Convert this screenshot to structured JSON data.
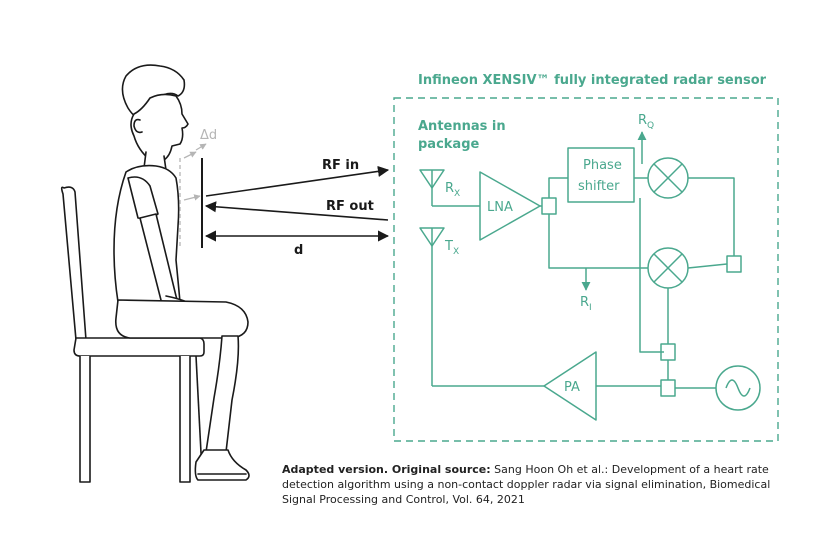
{
  "labels": {
    "sensor_title": "Infineon XENSIV™ fully integrated radar sensor",
    "antennas_line1": "Antennas in",
    "antennas_line2": "package",
    "rx_main": "R",
    "rx_sub": "X",
    "tx_main": "T",
    "tx_sub": "X",
    "lna": "LNA",
    "pa": "PA",
    "phase_line1": "Phase",
    "phase_line2": "shifter",
    "rq_main": "R",
    "rq_sub": "Q",
    "ri_main": "R",
    "ri_sub": "I",
    "rf_in": "RF in",
    "rf_out": "RF out",
    "distance": "d",
    "delta_d": "Δd"
  },
  "caption": {
    "bold": "Adapted version. Original source:",
    "text": " Sang Hoon Oh et al.: Development of a heart rate detection algorithm using a non-contact doppler radar via signal elimination, Biomedical Signal Processing and Control, Vol. 64, 2021"
  },
  "colors": {
    "teal": "#4aa88e",
    "dark": "#1a1a1a",
    "grey": "#b5b5b5"
  },
  "icons": [
    "person-sitting-icon",
    "chair-icon",
    "antenna-icon",
    "mixer-icon",
    "oscillator-icon",
    "amplifier-icon"
  ]
}
